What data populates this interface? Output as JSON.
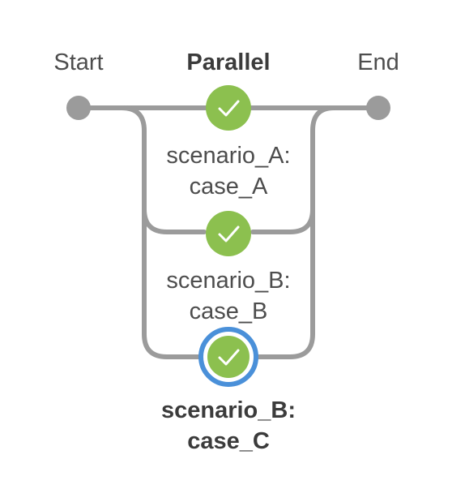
{
  "pipeline": {
    "start_label": "Start",
    "end_label": "End",
    "stage_label": "Parallel",
    "branches": [
      {
        "line1": "scenario_A:",
        "line2": "case_A",
        "status": "success",
        "selected": false
      },
      {
        "line1": "scenario_B:",
        "line2": "case_B",
        "status": "success",
        "selected": false
      },
      {
        "line1": "scenario_B:",
        "line2": "case_C",
        "status": "success",
        "selected": true
      }
    ]
  },
  "colors": {
    "connector": "#9b9b9b",
    "success": "#8cc04f",
    "selected_ring": "#4a90d9",
    "check": "#ffffff"
  },
  "icons": {
    "success": "check-icon"
  }
}
